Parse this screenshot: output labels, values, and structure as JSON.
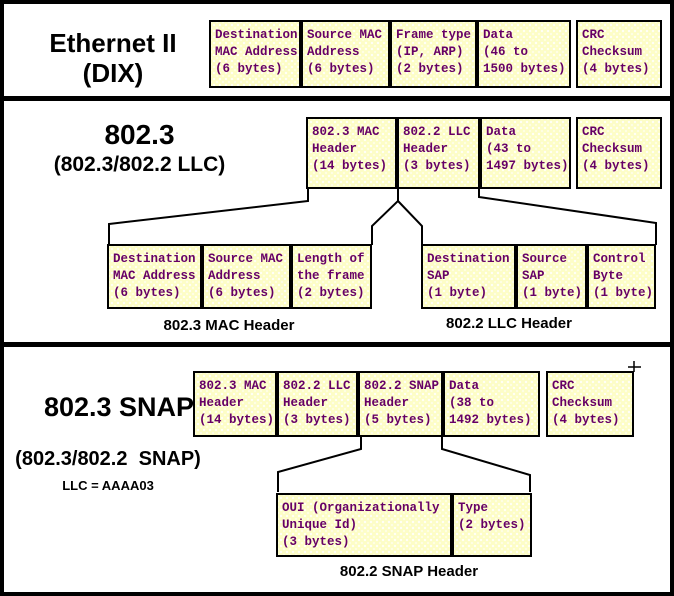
{
  "colors": {
    "box_fill": "#fdfdc6",
    "box_text": "#660066",
    "line": "#000000",
    "background": "#ffffff"
  },
  "ethernet2": {
    "title": "Ethernet II",
    "subtitle": "(DIX)",
    "fields": [
      "Destination\nMAC Address\n(6 bytes)",
      "Source MAC\nAddress\n(6 bytes)",
      "Frame type\n(IP, ARP)\n(2 bytes)",
      "Data\n(46 to\n1500 bytes)",
      "CRC\nChecksum\n(4 bytes)"
    ]
  },
  "dot3": {
    "title": "802.3",
    "subtitle": "(802.3/802.2 LLC)",
    "fields": [
      "802.3 MAC\nHeader\n(14 bytes)",
      "802.2 LLC\nHeader\n(3 bytes)",
      "Data\n(43 to\n1497 bytes)",
      "CRC\nChecksum\n(4 bytes)"
    ],
    "mac_fields": [
      "Destination\nMAC Address\n(6 bytes)",
      "Source MAC\nAddress\n(6 bytes)",
      "Length of\nthe frame\n(2 bytes)"
    ],
    "llc_fields": [
      "Destination\nSAP\n(1 byte)",
      "Source\nSAP\n(1 byte)",
      "Control\nByte\n(1 byte)"
    ],
    "mac_label": "802.3 MAC Header",
    "llc_label": "802.2 LLC Header"
  },
  "snap": {
    "title": "802.3 SNAP",
    "subtitle": "(802.3/802.2  SNAP)",
    "llc_note": "LLC = AAAA03",
    "fields": [
      "802.3 MAC\nHeader\n(14 bytes)",
      "802.2 LLC\nHeader\n(3 bytes)",
      "802.2 SNAP\nHeader\n(5 bytes)",
      "Data\n(38 to\n1492 bytes)",
      "CRC\nChecksum\n(4 bytes)"
    ],
    "snap_fields": [
      "OUI (Organizationally\nUnique Id)\n(3 bytes)",
      "Type\n(2 bytes)"
    ],
    "snap_label": "802.2 SNAP Header"
  }
}
